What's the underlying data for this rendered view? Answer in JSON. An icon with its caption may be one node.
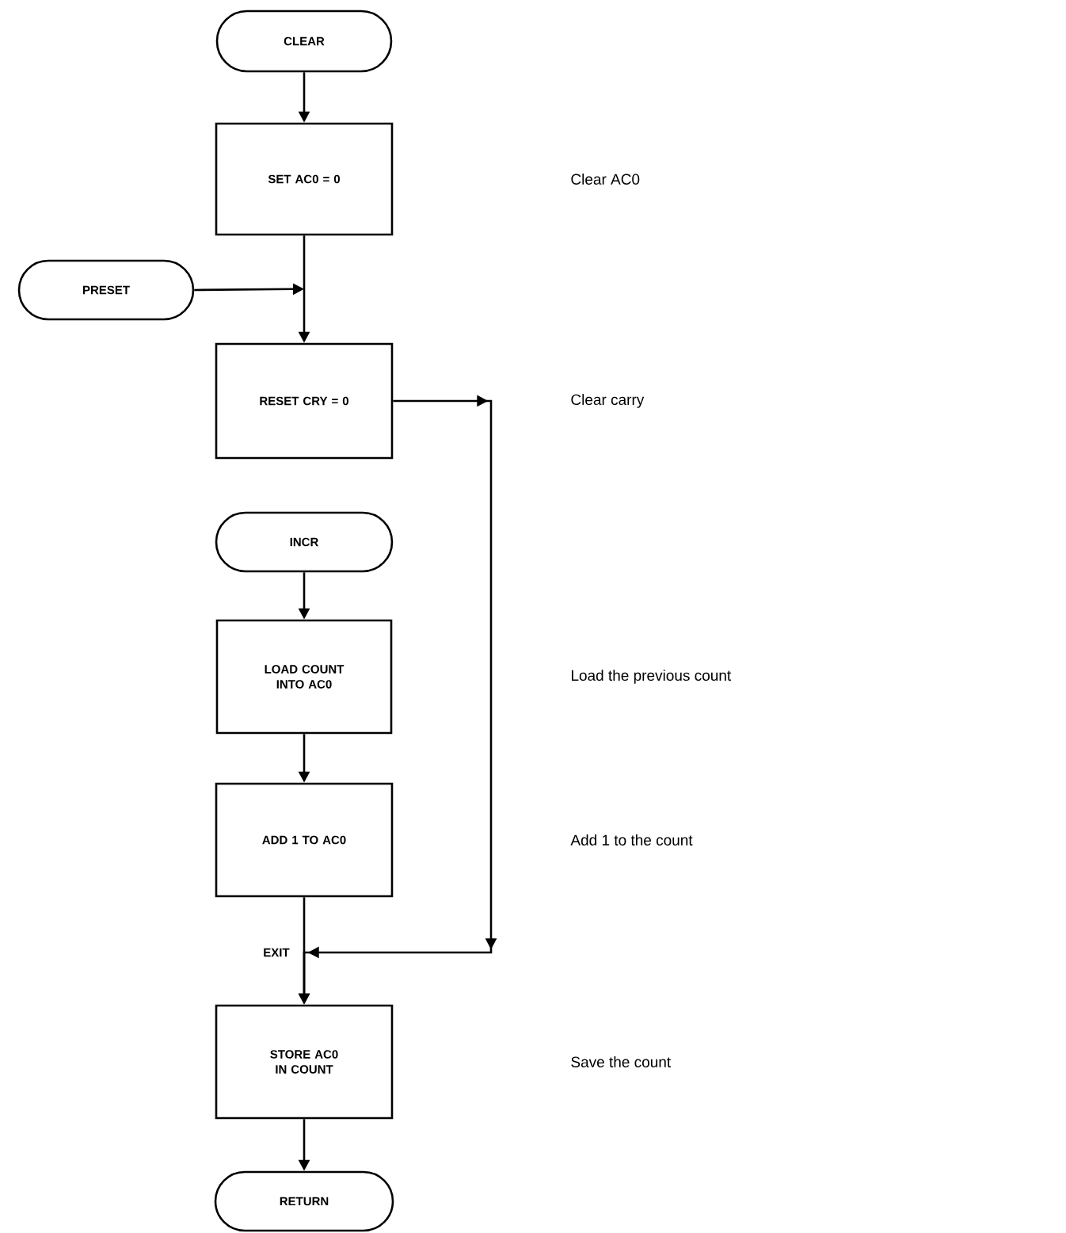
{
  "diagram": {
    "nodes": [
      {
        "text": [
          "CLEAR"
        ]
      },
      {
        "text": [
          "SET AC0 = 0"
        ]
      },
      {
        "text": [
          "PRESET"
        ]
      },
      {
        "text": [
          "RESET CRY = 0"
        ]
      },
      {
        "text": [
          "INCR"
        ]
      },
      {
        "text": [
          "LOAD COUNT INTO AC0"
        ]
      },
      {
        "text": [
          "ADD 1 TO AC0"
        ]
      },
      {
        "text": [
          "STORE AC0 IN COUNT"
        ]
      },
      {
        "text": [
          "RETURN"
        ]
      }
    ],
    "edges": [
      {
        "from": 0,
        "to": 1,
        "arrow": "to"
      },
      {
        "from": 1,
        "to": 3,
        "arrow": "to"
      },
      {
        "from": 2,
        "to": 3,
        "arrow": "to"
      },
      {
        "from": 3,
        "to": 7,
        "arrow": "to"
      },
      {
        "from": 4,
        "to": 5,
        "arrow": "to"
      },
      {
        "from": 5,
        "to": 6,
        "arrow": "to"
      },
      {
        "from": 6,
        "to": 7,
        "arrow": "to"
      },
      {
        "from": 7,
        "to": 8,
        "arrow": "to"
      }
    ],
    "labels": [
      "Clear AC0",
      "Clear carry",
      "Load the previous count",
      "Add 1 to the count",
      "EXIT",
      "Save the count"
    ]
  }
}
